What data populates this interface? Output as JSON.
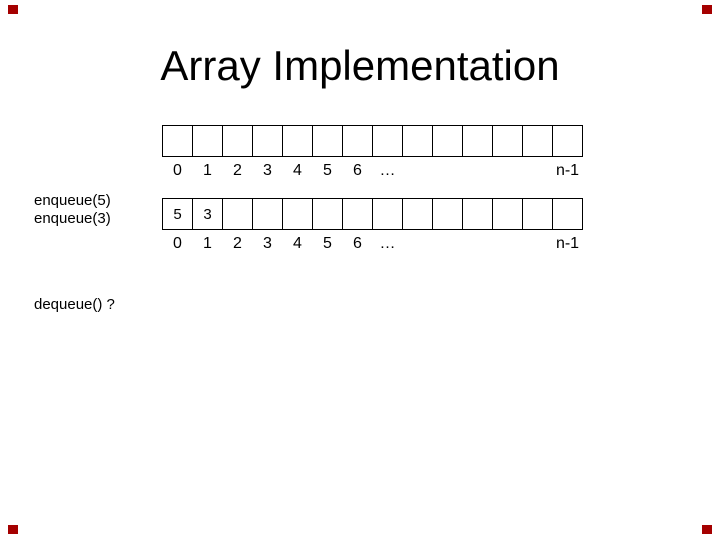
{
  "slide": {
    "title": "Array Implementation",
    "operations": [
      "enqueue(5)",
      "enqueue(3)"
    ],
    "question": "dequeue() ?"
  },
  "arrays": {
    "top": {
      "cells": [
        "",
        "",
        "",
        "",
        "",
        "",
        "",
        "",
        "",
        "",
        "",
        "",
        "",
        ""
      ],
      "index_labels": [
        "0",
        "1",
        "2",
        "3",
        "4",
        "5",
        "6",
        "…",
        "",
        "",
        "",
        "",
        "",
        "n-1"
      ]
    },
    "bottom": {
      "cells": [
        "5",
        "3",
        "",
        "",
        "",
        "",
        "",
        "",
        "",
        "",
        "",
        "",
        "",
        ""
      ],
      "index_labels": [
        "0",
        "1",
        "2",
        "3",
        "4",
        "5",
        "6",
        "…",
        "",
        "",
        "",
        "",
        "",
        "n-1"
      ]
    }
  },
  "colors": {
    "background": "#ffffff",
    "text": "#000000",
    "cell_border": "#000000",
    "corner_marker": "#a50000"
  }
}
